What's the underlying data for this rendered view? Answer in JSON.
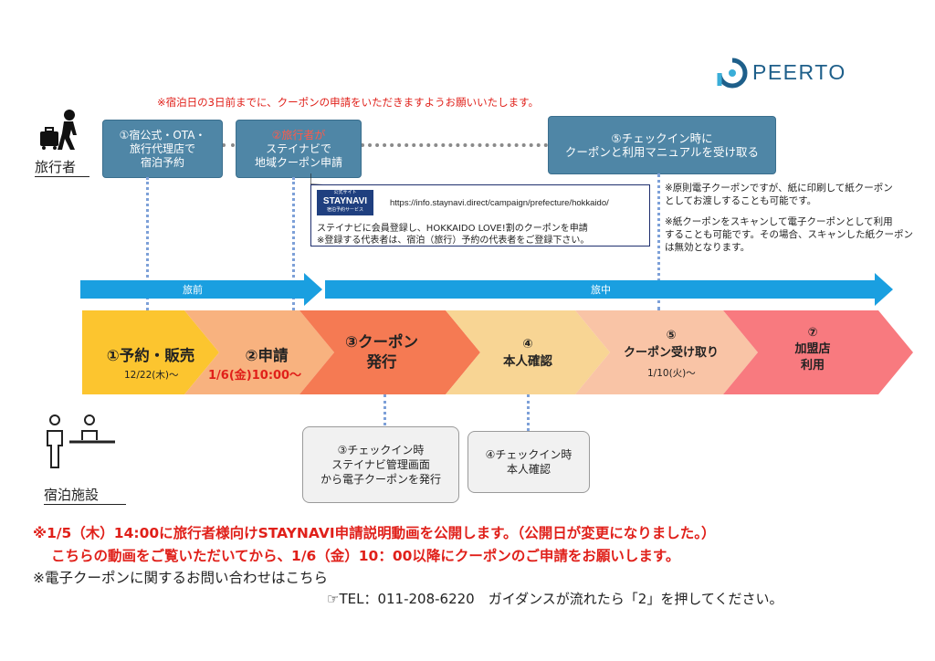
{
  "brand": {
    "name": "PEERTO",
    "color": "#1e5f8a"
  },
  "top_notice": "※宿泊日の3日前までに、クーポンの申請をいただきますようお願いいたします。",
  "roles": {
    "traveler": "旅行者",
    "facility": "宿泊施設"
  },
  "traveler_steps": [
    {
      "lines": [
        "①宿公式・OTA・",
        "旅行代理店で",
        "宿泊予約"
      ]
    },
    {
      "red_line": "②旅行者が",
      "lines": [
        "ステイナビで",
        "地域クーポン申請"
      ]
    },
    {
      "lines": [
        "⑤チェックイン時に",
        "クーポンと利用マニュアルを受け取る"
      ]
    }
  ],
  "staynavi_box": {
    "logo_top": "公式サイト",
    "logo_main": "STAYNAVI",
    "logo_sub": "宿泊予約サービス",
    "url": "https://info.staynavi.direct/campaign/prefecture/hokkaido/",
    "line1": "ステイナビに会員登録し、HOKKAIDO LOVE!割のクーポンを申請",
    "line2": "※登録する代表者は、宿泊（旅行）予約の代表者をご登録下さい。"
  },
  "side_notes": [
    [
      "※原則電子クーポンですが、紙に印刷して紙クーポン",
      "としてお渡しすることも可能です。"
    ],
    [
      "※紙クーポンをスキャンして電子クーポンとして利用",
      "することも可能です。その場合、スキャンした紙クーポン",
      "は無効となります。"
    ]
  ],
  "phases": {
    "before": "旅前",
    "during": "旅中"
  },
  "stages": [
    {
      "title": "①予約・販売",
      "date": "12/22(木)～",
      "color": "#fcc52f"
    },
    {
      "title": "②申請",
      "date": "1/6(金)10:00～",
      "color": "#f8b27f"
    },
    {
      "title_lines": [
        "③クーポン",
        "発行"
      ],
      "color": "#f57a53"
    },
    {
      "title_lines": [
        "④",
        "本人確認"
      ],
      "color": "#f8d594"
    },
    {
      "title_lines": [
        "⑤",
        "クーポン受け取り"
      ],
      "date": "1/10(火)～",
      "color": "#f9c4a6"
    },
    {
      "title_lines": [
        "⑦",
        "加盟店",
        "利用"
      ],
      "color": "#f87a7f"
    }
  ],
  "facility_steps": [
    {
      "lines": [
        "③チェックイン時",
        "ステイナビ管理画面",
        "から電子クーポンを発行"
      ]
    },
    {
      "lines": [
        "④チェックイン時",
        "本人確認"
      ]
    }
  ],
  "bottom": {
    "red1": "※1/5（木）14:00に旅行者様向けSTAYNAVI申請説明動画を公開します。（公開日が変更になりました。）",
    "red2": "こちらの動画をご覧いただいてから、1/6（金）10：00以降にクーポンのご申請をお願いします。",
    "inquiry": "※電子クーポンに関するお問い合わせはこちら",
    "tel": "☞TEL：011-208-6220　ガイダンスが流れたら「2」を押してください。"
  }
}
